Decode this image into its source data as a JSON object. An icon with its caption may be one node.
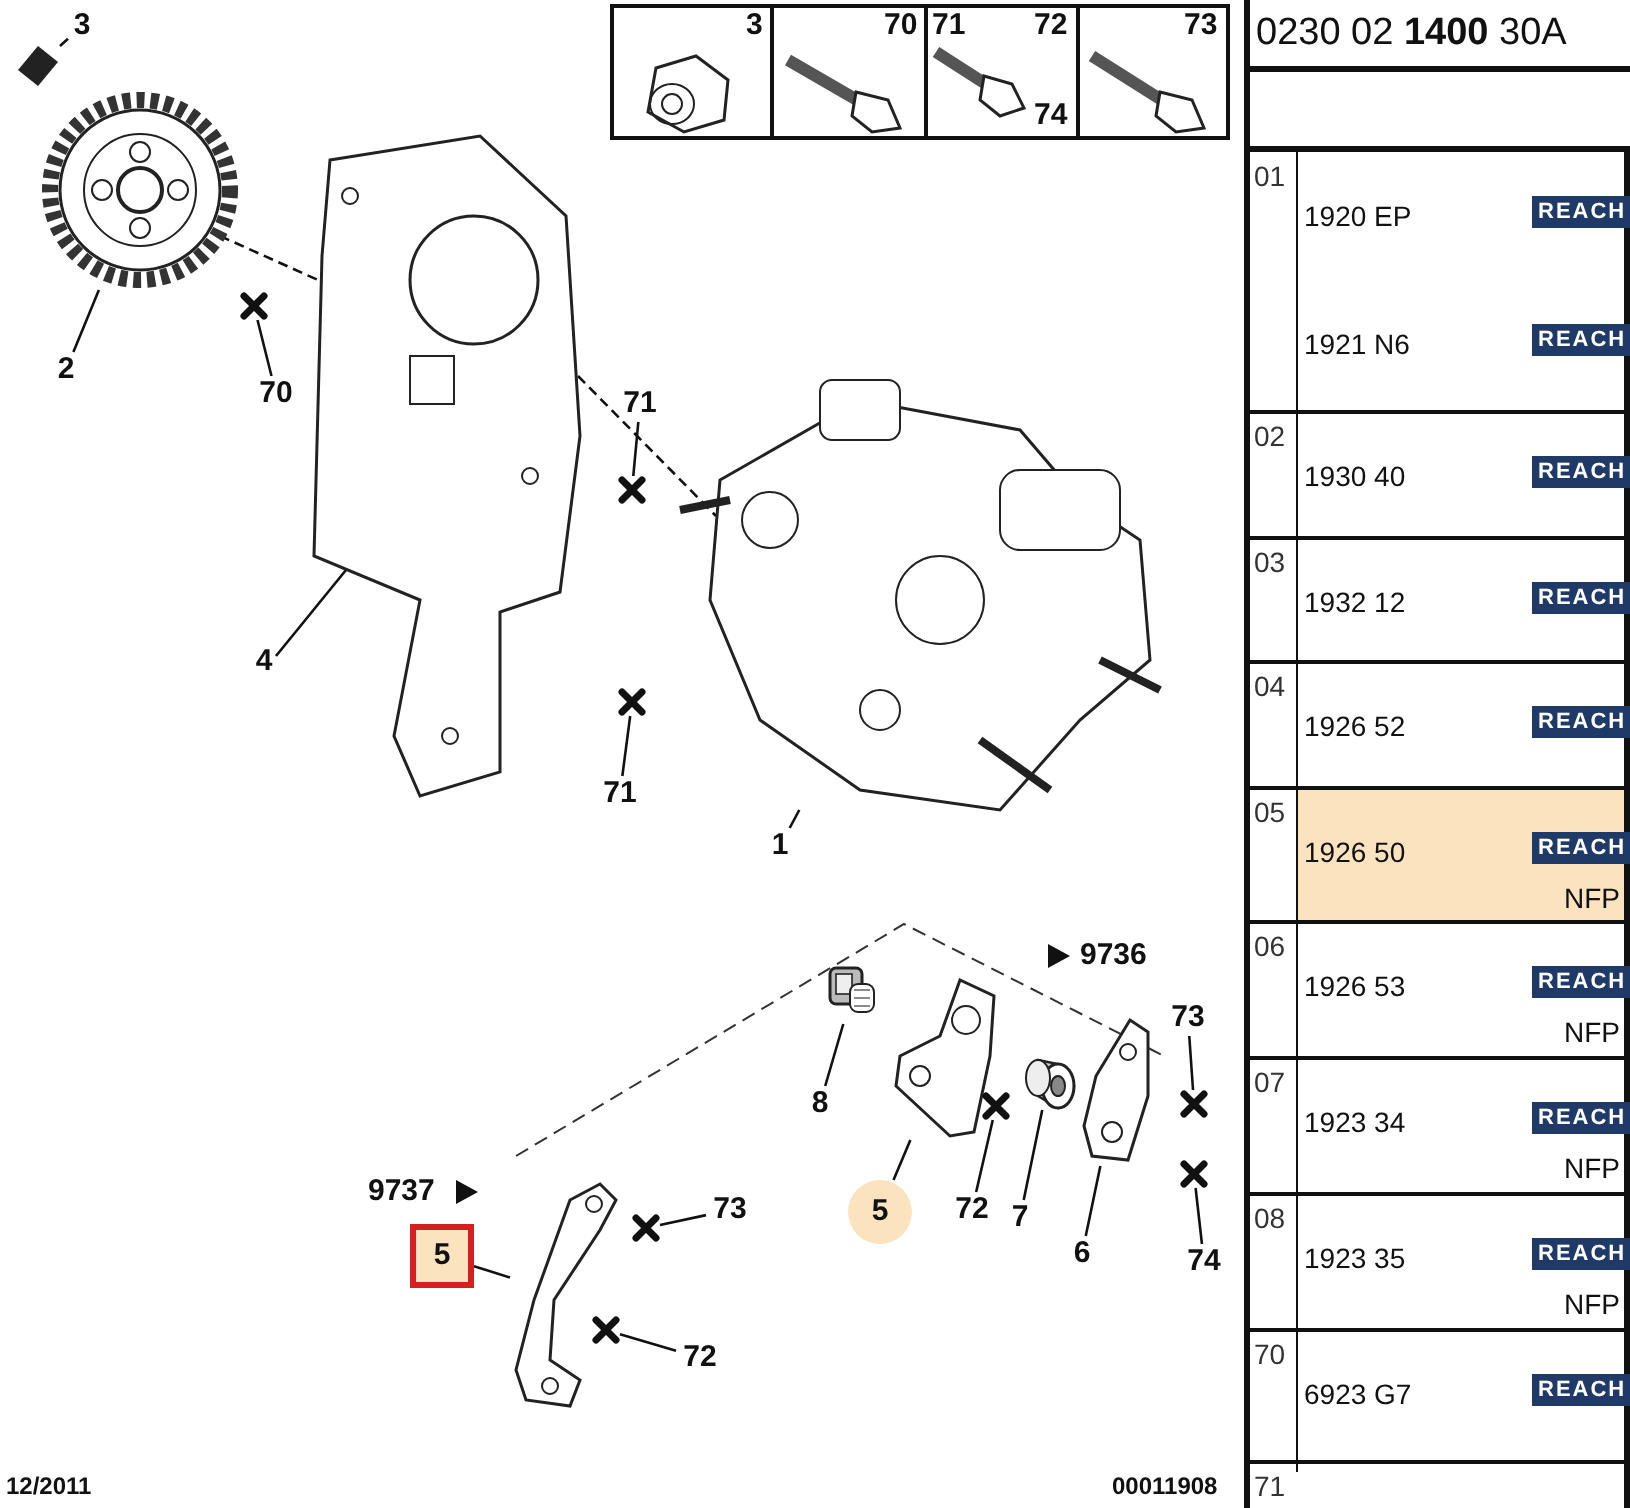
{
  "diagram": {
    "nodes": [
      {
        "text": [
          "3"
        ]
      },
      {
        "text": [
          "2"
        ]
      },
      {
        "text": [
          "70"
        ]
      },
      {
        "text": [
          "71"
        ]
      },
      {
        "text": [
          "4"
        ]
      },
      {
        "text": [
          "71"
        ]
      },
      {
        "text": [
          "1"
        ]
      },
      {
        "text": [
          "8"
        ]
      },
      {
        "text": [
          "5"
        ]
      },
      {
        "text": [
          "72"
        ]
      },
      {
        "text": [
          "7"
        ]
      },
      {
        "text": [
          "6"
        ]
      },
      {
        "text": [
          "73"
        ]
      },
      {
        "text": [
          "74"
        ]
      },
      {
        "text": [
          "5"
        ]
      },
      {
        "text": [
          "73"
        ]
      },
      {
        "text": [
          "72"
        ]
      },
      {
        "text": [],
        "shape": "picture"
      },
      {
        "text": [],
        "shape": "picture"
      },
      {
        "text": [],
        "shape": "picture"
      },
      {
        "text": [],
        "shape": "picture"
      },
      {
        "text": [],
        "shape": "picture"
      },
      {
        "text": [],
        "shape": "picture"
      },
      {
        "text": [],
        "shape": "picture"
      },
      {
        "text": [],
        "shape": "picture"
      },
      {
        "text": [],
        "shape": "picture"
      },
      {
        "text": [],
        "shape": "cross"
      },
      {
        "text": [],
        "shape": "cross"
      },
      {
        "text": [],
        "shape": "cross"
      },
      {
        "text": [],
        "shape": "cross"
      },
      {
        "text": [],
        "shape": "cross"
      },
      {
        "text": [],
        "shape": "cross"
      },
      {
        "text": [],
        "shape": "cross"
      },
      {
        "text": [],
        "shape": "cross"
      }
    ],
    "edges": [
      {
        "from": 0,
        "to": 17,
        "arrow": "none"
      },
      {
        "from": 1,
        "to": 18,
        "arrow": "none"
      },
      {
        "from": 2,
        "to": 26,
        "arrow": "none"
      },
      {
        "from": 3,
        "to": 27,
        "arrow": "none"
      },
      {
        "from": 4,
        "to": 19,
        "arrow": "none"
      },
      {
        "from": 5,
        "to": 28,
        "arrow": "none"
      },
      {
        "from": 6,
        "to": 20,
        "arrow": "none"
      },
      {
        "from": 7,
        "to": 21,
        "arrow": "none"
      },
      {
        "from": 8,
        "to": 22,
        "arrow": "none"
      },
      {
        "from": 9,
        "to": 29,
        "arrow": "none"
      },
      {
        "from": 10,
        "to": 23,
        "arrow": "none"
      },
      {
        "from": 11,
        "to": 24,
        "arrow": "none"
      },
      {
        "from": 12,
        "to": 30,
        "arrow": "none"
      },
      {
        "from": 13,
        "to": 31,
        "arrow": "none"
      },
      {
        "from": 14,
        "to": 25,
        "arrow": "none"
      },
      {
        "from": 15,
        "to": 32,
        "arrow": "none"
      },
      {
        "from": 16,
        "to": 33,
        "arrow": "none"
      },
      {
        "from": 18,
        "to": 19,
        "arrow": "none",
        "style": "dashed"
      },
      {
        "from": 19,
        "to": 20,
        "arrow": "none",
        "style": "dashed"
      }
    ],
    "labels": [
      "3",
      "70",
      "71",
      "72",
      "74",
      "73",
      "0230 02 **1400** 30A",
      "01",
      "1920 EP",
      "REACH",
      "1921 N6",
      "REACH",
      "02",
      "1930 40",
      "REACH",
      "03",
      "1932 12",
      "REACH",
      "04",
      "1926 52",
      "REACH",
      "05",
      "1926 50",
      "REACH",
      "NFP",
      "06",
      "1926 53",
      "REACH",
      "NFP",
      "07",
      "1923 34",
      "REACH",
      "NFP",
      "08",
      "1923 35",
      "REACH",
      "NFP",
      "70",
      "6923 G7",
      "REACH",
      "71",
      "9736",
      "9737",
      "12/2011",
      "00011908"
    ]
  }
}
